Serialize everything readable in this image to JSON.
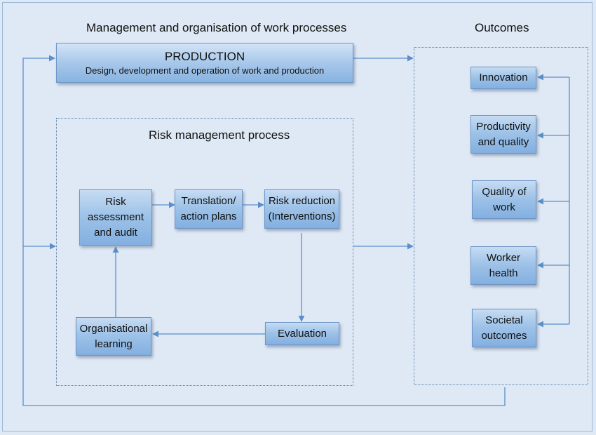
{
  "headings": {
    "management": "Management and organisation of work processes",
    "outcomes": "Outcomes",
    "risk_process": "Risk management process"
  },
  "production": {
    "title": "PRODUCTION",
    "subtitle": "Design, development and operation of work and production"
  },
  "process": {
    "risk_assessment": "Risk\nassessment\nand audit",
    "translation": "Translation/\naction plans",
    "risk_reduction": "Risk reduction\n(Interventions)",
    "evaluation": "Evaluation",
    "learning": "Organisational\nlearning"
  },
  "outcomes": {
    "innovation": "Innovation",
    "productivity": "Productivity\nand quality",
    "quality_work": "Quality of\nwork",
    "worker_health": "Worker\nhealth",
    "societal": "Societal\noutcomes"
  },
  "colors": {
    "background": "#dfe9f5",
    "box_fill": "#9fc3e8",
    "connector": "#5b8fc9"
  }
}
